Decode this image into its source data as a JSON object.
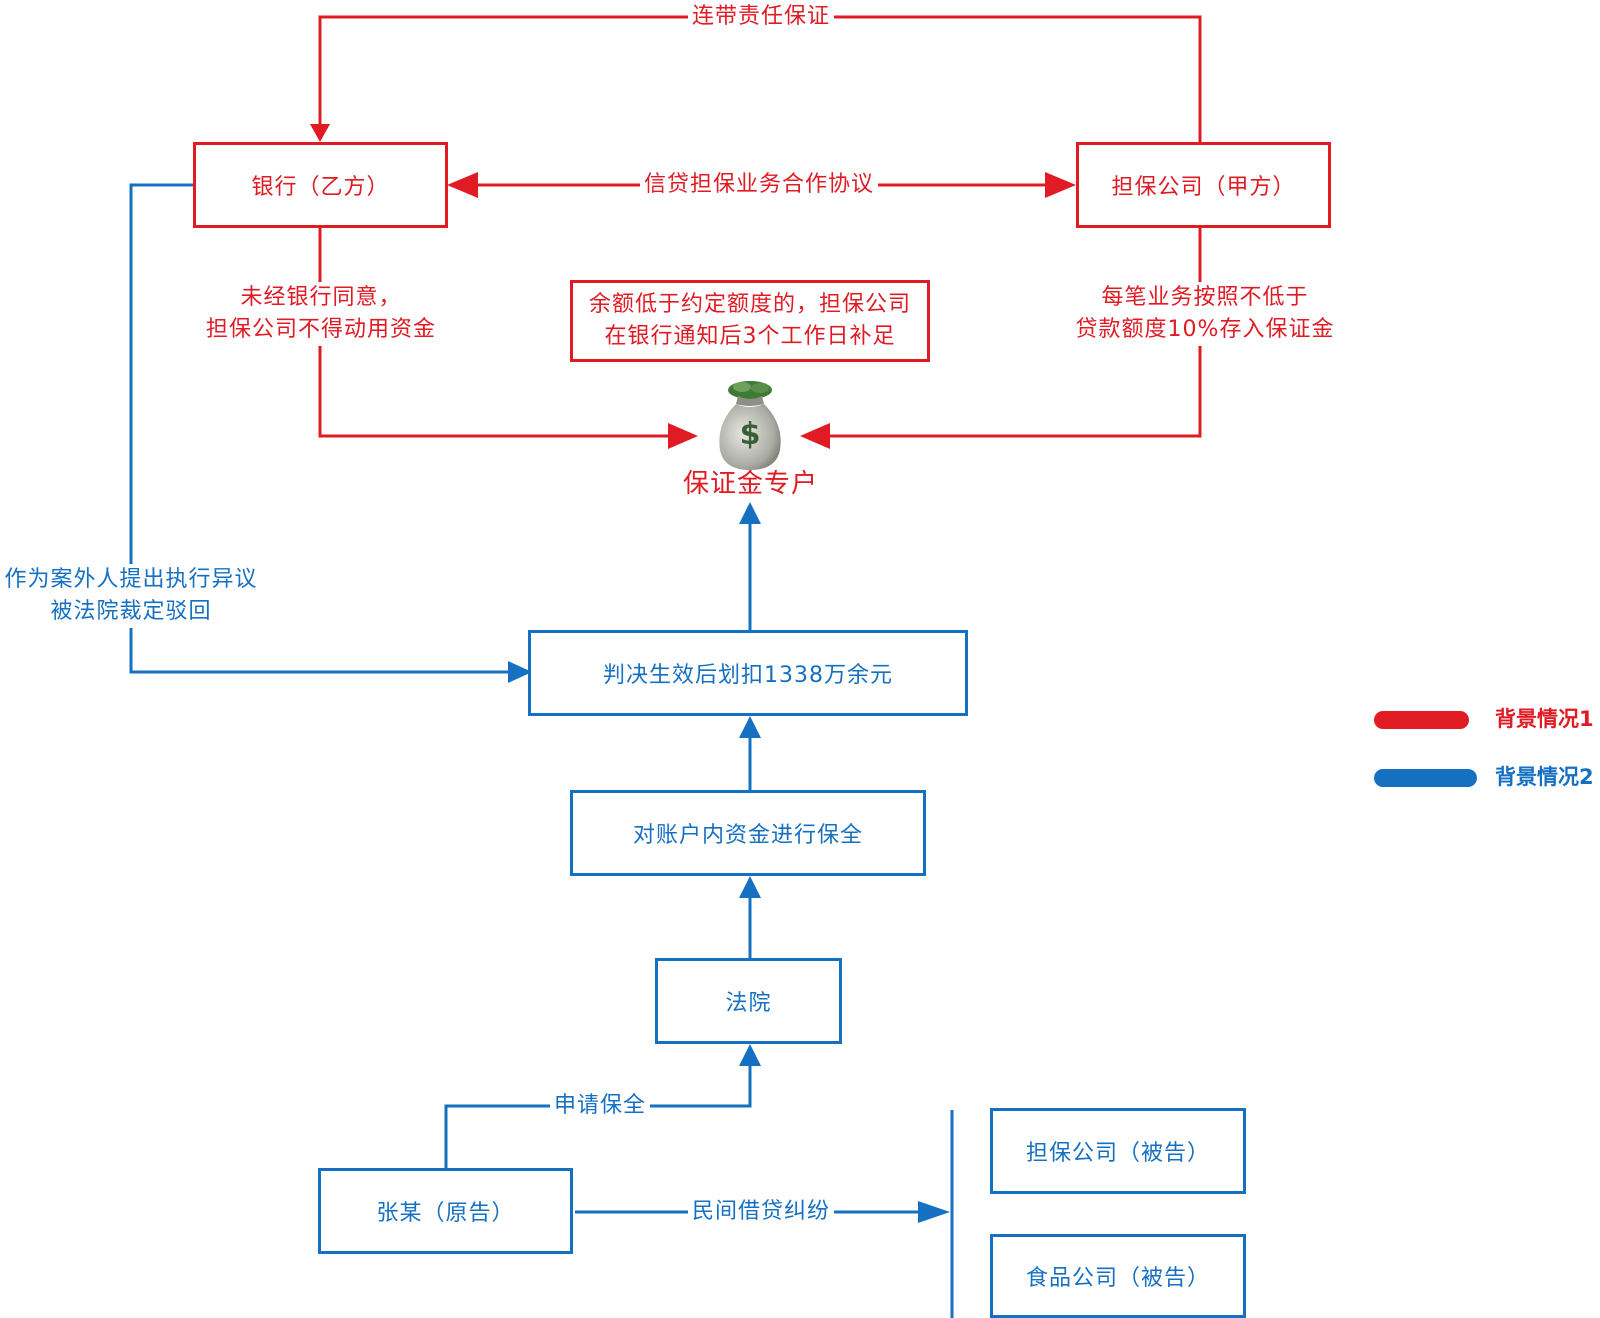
{
  "nodes": {
    "bank": "银行（乙方）",
    "guarantee_company": "担保公司（甲方）",
    "judgment": "判决生效后划扣1338万余元",
    "preservation": "对账户内资金进行保全",
    "court": "法院",
    "plaintiff": "张某（原告）",
    "defendant_guarantee": "担保公司（被告）",
    "defendant_food": "食品公司（被告）"
  },
  "labels": {
    "joint_liability": "连带责任保证",
    "credit_agreement": "信贷担保业务合作协议",
    "bank_consent": [
      "未经银行同意，",
      "担保公司不得动用资金"
    ],
    "deposit_rule": [
      "每笔业务按照不低于",
      "贷款额度10%存入保证金"
    ],
    "objection": [
      "作为案外人提出执行异议",
      "被法院裁定驳回"
    ],
    "apply_preservation": "申请保全",
    "loan_dispute": "民间借贷纠纷"
  },
  "note": [
    "余额低于约定额度的，担保公司",
    "在银行通知后3个工作日补足"
  ],
  "deposit_account": {
    "label": "保证金专户",
    "icon": "money-bag-icon",
    "symbol": "$"
  },
  "legend": [
    {
      "label": "背景情况1",
      "color": "#e01b24"
    },
    {
      "label": "背景情况2",
      "color": "#1670c2"
    }
  ],
  "colors": {
    "red": "#e01b24",
    "blue": "#1670c2"
  }
}
